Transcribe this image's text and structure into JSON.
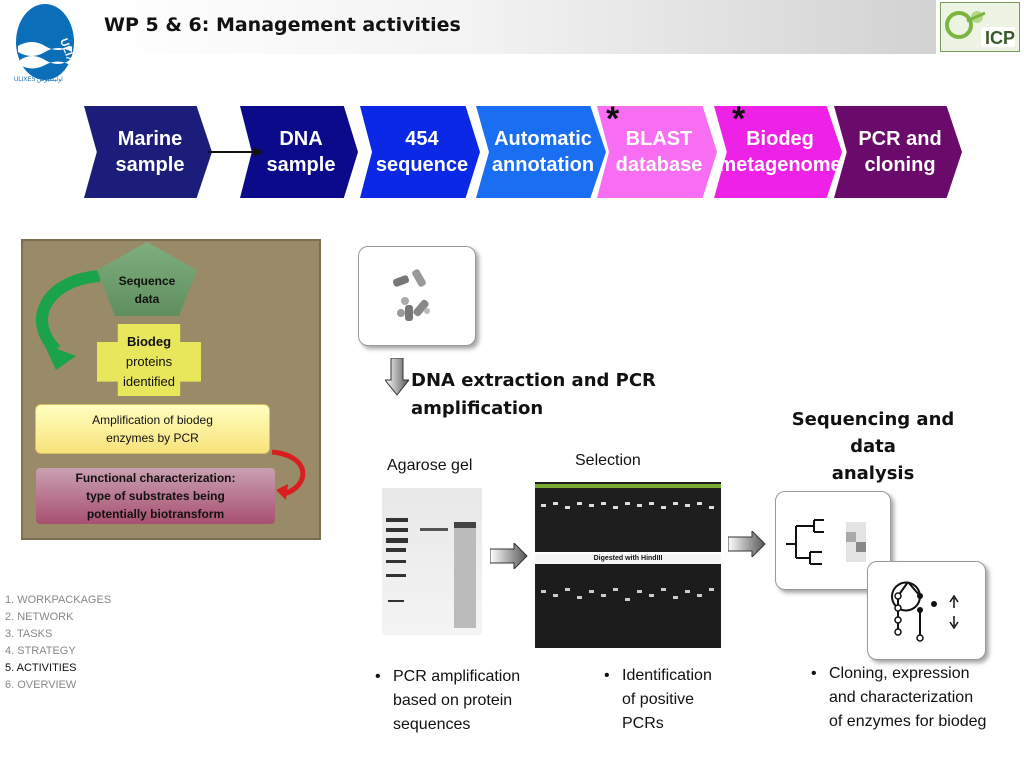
{
  "header": {
    "title": "WP 5 & 6: Management activities",
    "logo_left_text": "ULIXES",
    "logo_left_subtext": "ULIXES  اوليسيوس",
    "logo_right_text": "ICP"
  },
  "pipeline": [
    {
      "label": "Marine\nsample",
      "color": "#1c1c7a"
    },
    {
      "label": "DNA\nsample",
      "color": "#0a0a8a"
    },
    {
      "label": "454\nsequence",
      "color": "#0a28e6"
    },
    {
      "label": "Automatic\nannotation",
      "color": "#1a6ef2"
    },
    {
      "label": "BLAST\ndatabase",
      "color": "#f86ef2"
    },
    {
      "label": "Biodeg\nmetagenome",
      "color": "#ee22e6"
    },
    {
      "label": "PCR and\ncloning",
      "color": "#6a0a6a"
    }
  ],
  "stars": [
    "*",
    "*"
  ],
  "left_panel": {
    "pentagon": "Sequence\ndata",
    "cross_bold": "Biodeg",
    "cross_rest": "proteins\nidentified",
    "amplification": "Amplification of biodeg\nenzymes by PCR",
    "functional": "Functional characterization:\ntype of substrates being\npotentially biotransform"
  },
  "nav": {
    "items": [
      "1. WORKPACKAGES",
      "2. NETWORK",
      "3. TASKS",
      "4. STRATEGY",
      "5. ACTIVITIES",
      "6. OVERVIEW"
    ],
    "active_index": 4
  },
  "labels": {
    "dna_extraction": "DNA extraction and PCR\namplification",
    "sequencing": "Sequencing and data\nanalysis",
    "agarose": "Agarose gel",
    "selection": "Selection",
    "digested": "Digested with HindIII"
  },
  "bullets": [
    "PCR amplification\nbased on protein\nsequences",
    "Identification\nof positive\nPCRs",
    "Cloning, expression\nand characterization\nof enzymes for biodeg"
  ],
  "icons": {
    "tube": "test-tubes-icon",
    "down_arrow": "down-arrow-icon",
    "right_arrow": "right-arrow-icon",
    "tree": "phylogenetic-tree-icon",
    "pathway": "pathway-icon"
  }
}
